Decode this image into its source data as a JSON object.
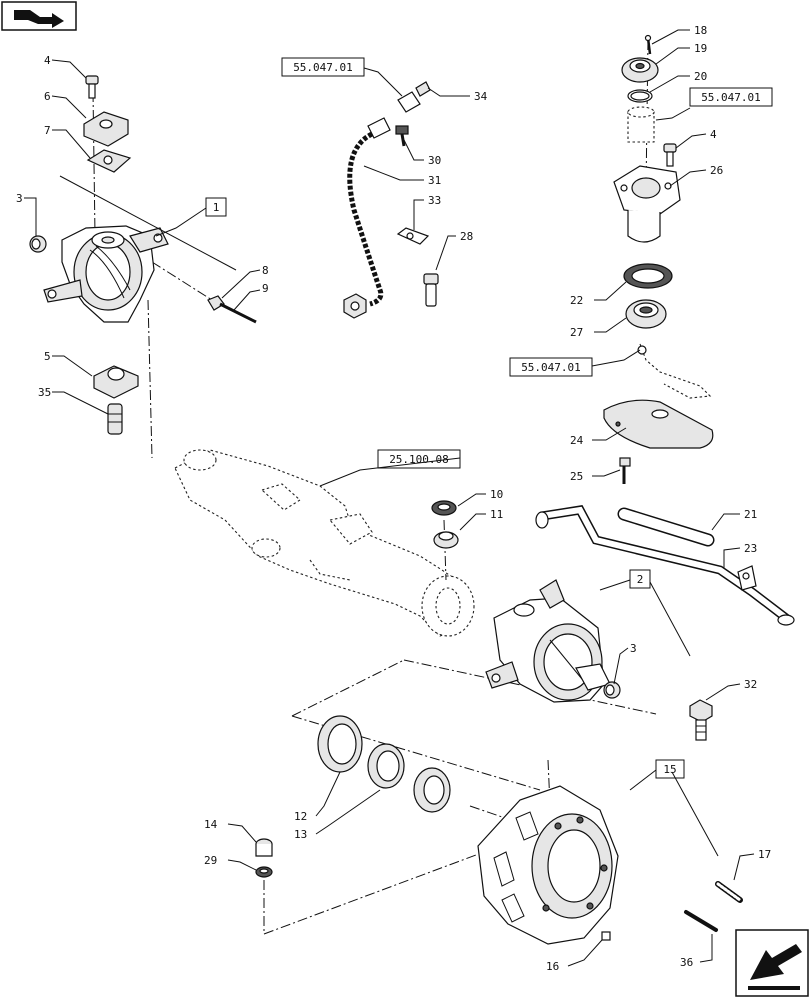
{
  "reference_boxes": {
    "ref_1": "1",
    "ref_2": "2",
    "ref_15": "15",
    "ref_55_a": "55.047.01",
    "ref_55_b": "55.047.01",
    "ref_55_c": "55.047.01",
    "ref_25": "25.100.08"
  },
  "callouts": {
    "c3a": "3",
    "c3b": "3",
    "c4a": "4",
    "c4b": "4",
    "c5": "5",
    "c6": "6",
    "c7": "7",
    "c8": "8",
    "c9": "9",
    "c10": "10",
    "c11": "11",
    "c12": "12",
    "c13": "13",
    "c14": "14",
    "c16": "16",
    "c17": "17",
    "c18": "18",
    "c19": "19",
    "c20": "20",
    "c21": "21",
    "c22": "22",
    "c23": "23",
    "c24": "24",
    "c25": "25",
    "c26": "26",
    "c27": "27",
    "c28": "28",
    "c29": "29",
    "c30": "30",
    "c31": "31",
    "c32": "32",
    "c33": "33",
    "c34": "34",
    "c35": "35",
    "c36": "36"
  },
  "icons": {
    "top_left": "navigate-back-icon",
    "bottom_right": "navigate-next-icon"
  }
}
